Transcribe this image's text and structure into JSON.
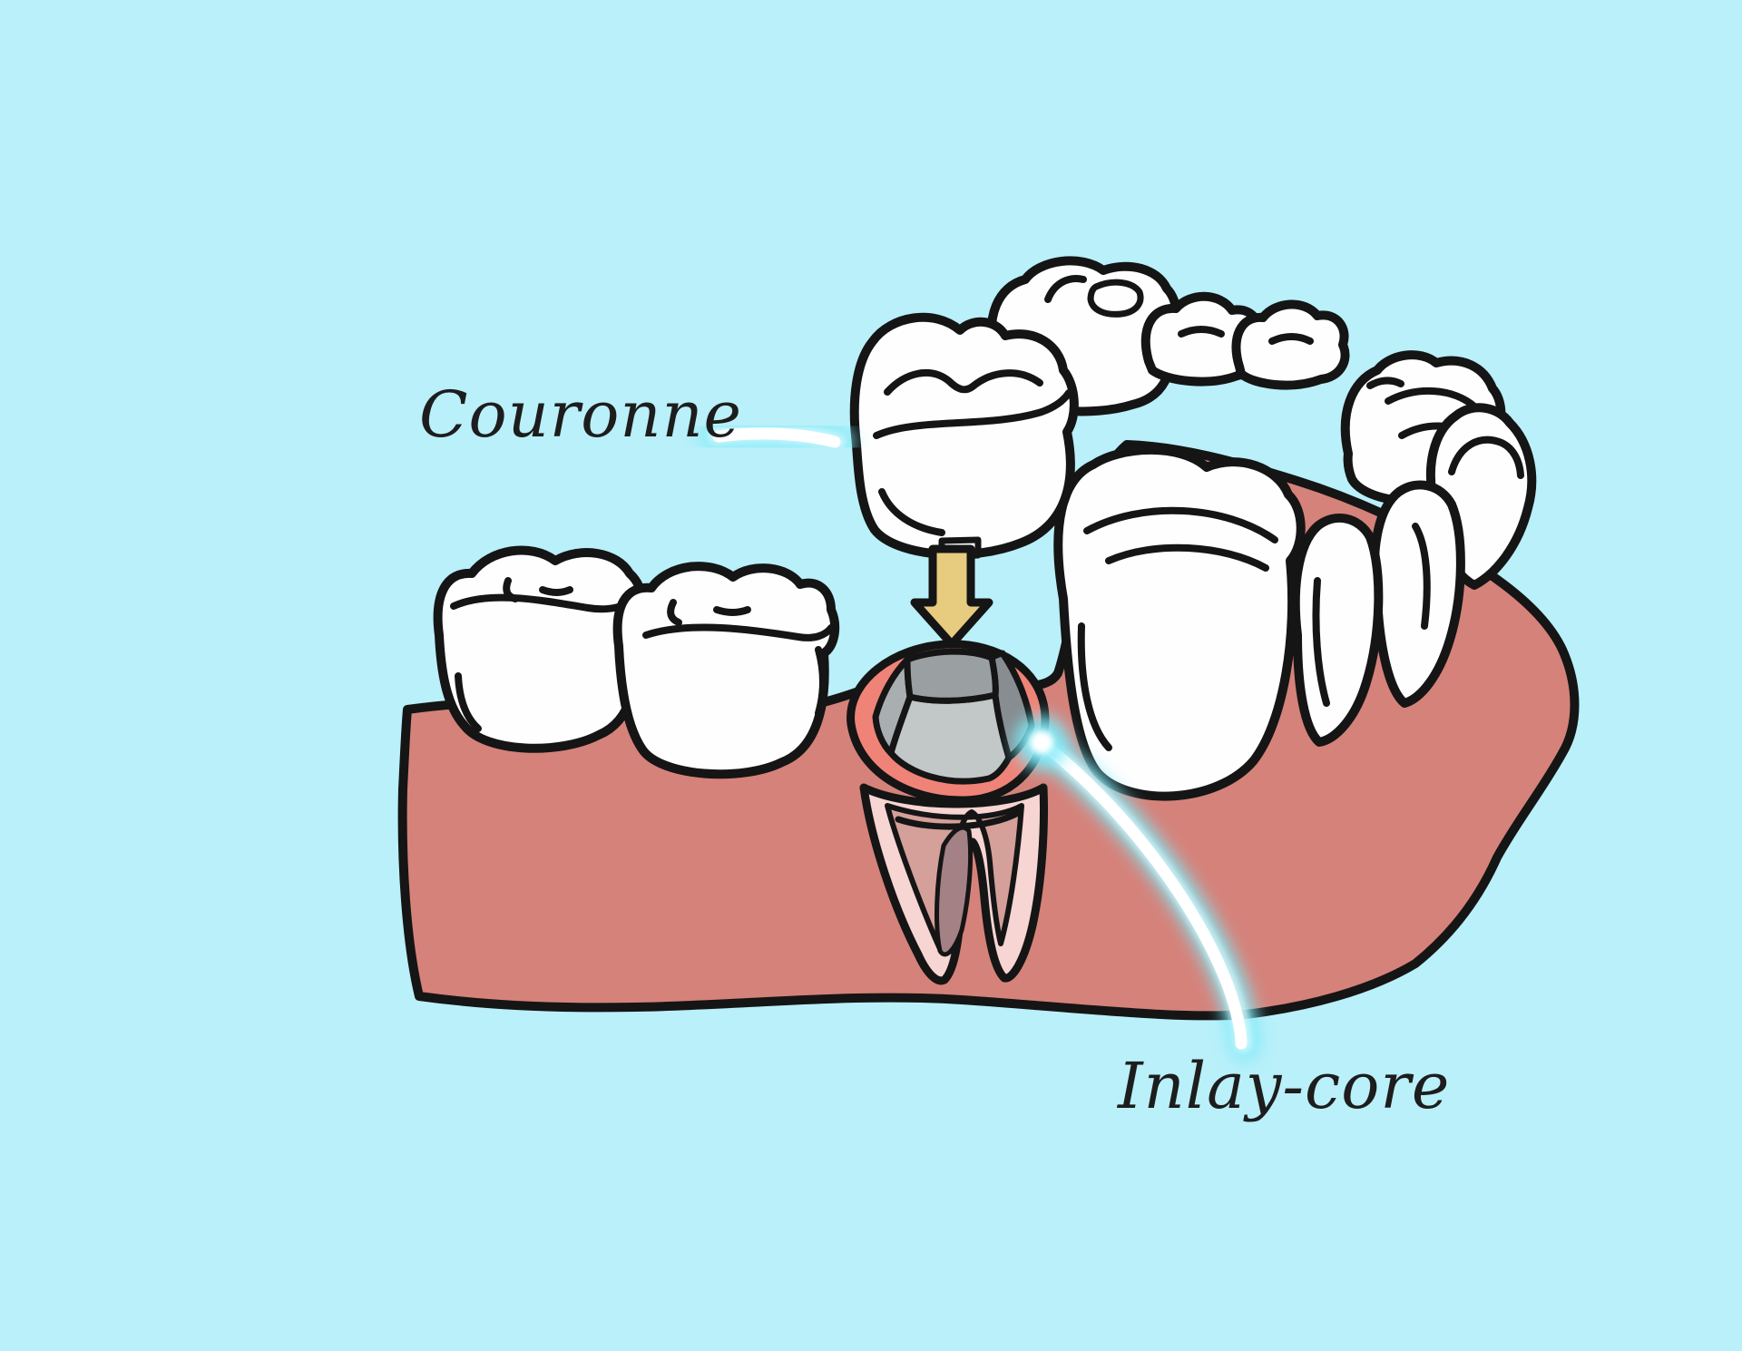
{
  "labels": {
    "couronne": "Couronne",
    "inlay_core": "Inlay-core"
  },
  "icons": {
    "arrow": "down-arrow-icon",
    "couronne_leader": "leader-line-left",
    "inlay_leader": "leader-line-curved"
  },
  "colors": {
    "background": "#b9f0fa",
    "gum": "#d5827a",
    "gum_cuff": "#ef8378",
    "shadow_hole": "#6f7476",
    "tooth": "#fefefe",
    "outline": "#151515",
    "arrow": "#e7cb7f",
    "core_top": "#9aa0a1",
    "core_front": "#c2c7c8",
    "core_left": "#a9aeb0",
    "core_side": "#878d90",
    "root_outer": "#f6d5d2",
    "root_inner": "#d5a09a",
    "root_pulp": "#a48185",
    "glow": "#7deaf8",
    "glow_core": "#ffffff",
    "text": "#1d1d1d"
  }
}
